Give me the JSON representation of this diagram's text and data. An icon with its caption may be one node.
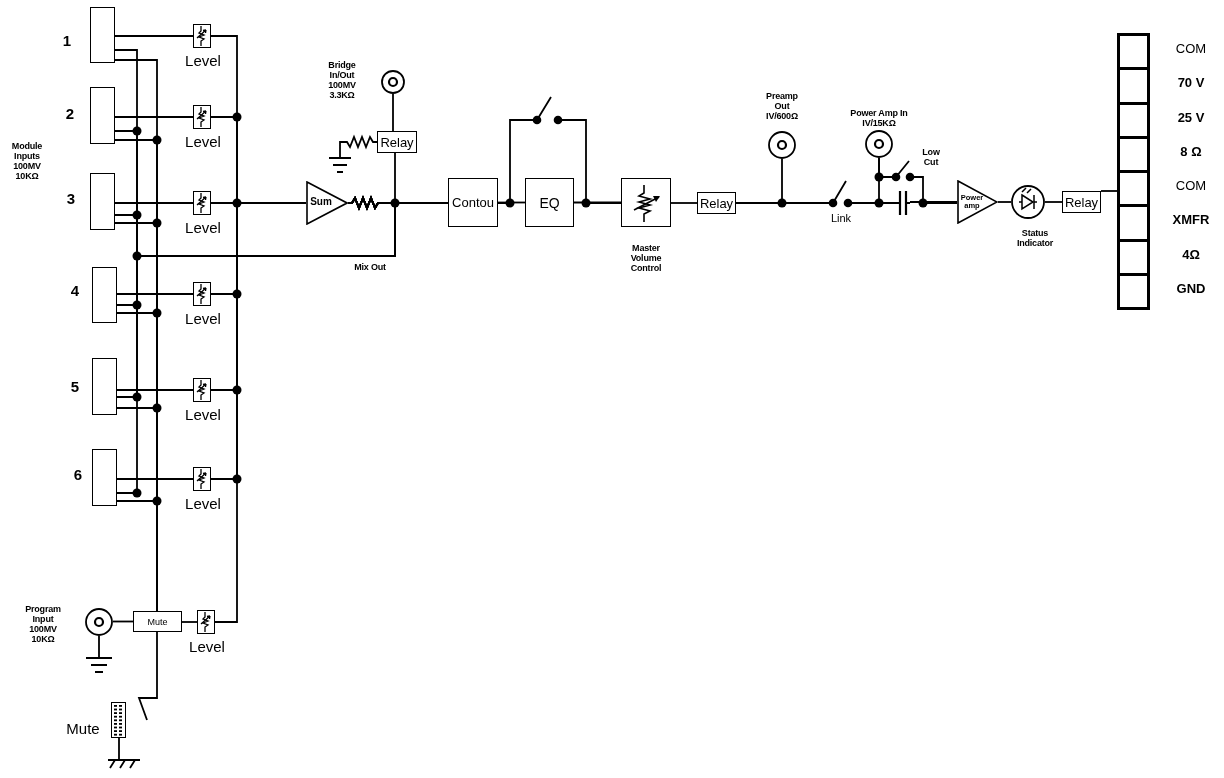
{
  "diagram": {
    "nodes": [
      {
        "text": [],
        "shape": "box",
        "beside": [
          "1"
        ]
      },
      {
        "text": [],
        "shape": "box",
        "beside": [
          "2"
        ]
      },
      {
        "text": [],
        "shape": "box",
        "beside": [
          "3"
        ]
      },
      {
        "text": [],
        "shape": "box",
        "beside": [
          "4"
        ]
      },
      {
        "text": [],
        "shape": "box",
        "beside": [
          "5"
        ]
      },
      {
        "text": [],
        "shape": "box",
        "beside": [
          "6"
        ]
      },
      {
        "text": [
          "Level"
        ]
      },
      {
        "text": [
          "Level"
        ]
      },
      {
        "text": [
          "Level"
        ]
      },
      {
        "text": [
          "Level"
        ]
      },
      {
        "text": [
          "Level"
        ]
      },
      {
        "text": [
          "Level"
        ]
      },
      {
        "text": [],
        "shape": "circle",
        "beside": [
          "Program Input 100MV 10KΩ"
        ]
      },
      {
        "text": [
          "Mute"
        ]
      },
      {
        "text": [
          "Level"
        ]
      },
      {
        "text": [],
        "shape": "box",
        "beside": [
          "Mute"
        ]
      },
      {
        "text": [
          "Sum"
        ]
      },
      {
        "text": [],
        "shape": "circle",
        "beside": [
          "Bridge In/Out 100MV 3.3KΩ"
        ]
      },
      {
        "text": [
          "Relay"
        ]
      },
      {
        "text": [
          "Contou"
        ]
      },
      {
        "text": [
          "EQ"
        ]
      },
      {
        "text": [],
        "shape": "box",
        "beside": [
          "Master Volume Control"
        ]
      },
      {
        "text": [
          "Relay"
        ]
      },
      {
        "text": [],
        "shape": "circle",
        "beside": [
          "Preamp Out IV/600Ω"
        ]
      },
      {
        "text": [],
        "shape": "circle",
        "beside": [
          "Power Amp In IV/15KΩ"
        ]
      },
      {
        "text": [
          "Power amp"
        ]
      },
      {
        "text": [],
        "shape": "circle",
        "beside": [
          "Status Indicator"
        ]
      },
      {
        "text": [
          "Relay"
        ]
      },
      {
        "text": [],
        "shape": "box",
        "beside": [
          "COM"
        ]
      },
      {
        "text": [],
        "shape": "box",
        "beside": [
          "70 V"
        ]
      },
      {
        "text": [],
        "shape": "box",
        "beside": [
          "25 V"
        ]
      },
      {
        "text": [],
        "shape": "box",
        "beside": [
          "8 Ω"
        ]
      },
      {
        "text": [],
        "shape": "box",
        "beside": [
          "COM"
        ]
      },
      {
        "text": [],
        "shape": "box",
        "beside": [
          "XMFR"
        ]
      },
      {
        "text": [],
        "shape": "box",
        "beside": [
          "4Ω"
        ]
      },
      {
        "text": [],
        "shape": "box",
        "beside": [
          "GND"
        ]
      },
      {
        "text": [],
        "shape": "switch"
      },
      {
        "text": [],
        "shape": "switch",
        "beside": [
          "Link"
        ]
      },
      {
        "text": [],
        "shape": "switch",
        "beside": [
          "Low Cut"
        ]
      },
      {
        "text": [],
        "shape": "capacitor"
      }
    ],
    "edges": [
      {
        "from": 0,
        "to": 6,
        "arrow": "none"
      },
      {
        "from": 1,
        "to": 7,
        "arrow": "none"
      },
      {
        "from": 2,
        "to": 8,
        "arrow": "none"
      },
      {
        "from": 3,
        "to": 9,
        "arrow": "none"
      },
      {
        "from": 4,
        "to": 10,
        "arrow": "none"
      },
      {
        "from": 5,
        "to": 11,
        "arrow": "none"
      },
      {
        "from": 6,
        "to": 16,
        "arrow": "none"
      },
      {
        "from": 7,
        "to": 16,
        "arrow": "none"
      },
      {
        "from": 8,
        "to": 16,
        "arrow": "none"
      },
      {
        "from": 9,
        "to": 16,
        "arrow": "none"
      },
      {
        "from": 10,
        "to": 16,
        "arrow": "none"
      },
      {
        "from": 11,
        "to": 16,
        "arrow": "none"
      },
      {
        "from": 14,
        "to": 16,
        "arrow": "none"
      },
      {
        "from": 12,
        "to": 13,
        "arrow": "none"
      },
      {
        "from": 13,
        "to": 14,
        "arrow": "none"
      },
      {
        "from": 0,
        "to": 13,
        "arrow": "none"
      },
      {
        "from": 1,
        "to": 13,
        "arrow": "none"
      },
      {
        "from": 2,
        "to": 13,
        "arrow": "none"
      },
      {
        "from": 3,
        "to": 13,
        "arrow": "none"
      },
      {
        "from": 4,
        "to": 13,
        "arrow": "none"
      },
      {
        "from": 5,
        "to": 13,
        "arrow": "none"
      },
      {
        "from": 16,
        "to": 0,
        "arrow": "none"
      },
      {
        "from": 16,
        "to": 1,
        "arrow": "none"
      },
      {
        "from": 16,
        "to": 2,
        "arrow": "none"
      },
      {
        "from": 16,
        "to": 3,
        "arrow": "none"
      },
      {
        "from": 16,
        "to": 4,
        "arrow": "none"
      },
      {
        "from": 16,
        "to": 5,
        "arrow": "none"
      },
      {
        "from": 16,
        "to": 18,
        "arrow": "none"
      },
      {
        "from": 18,
        "to": 17,
        "arrow": "none"
      },
      {
        "from": 16,
        "to": 19,
        "arrow": "none"
      },
      {
        "from": 19,
        "to": 20,
        "arrow": "none"
      },
      {
        "from": 20,
        "to": 21,
        "arrow": "none"
      },
      {
        "from": 19,
        "to": 36,
        "arrow": "none"
      },
      {
        "from": 21,
        "to": 22,
        "arrow": "none"
      },
      {
        "from": 22,
        "to": 23,
        "arrow": "none"
      },
      {
        "from": 22,
        "to": 37,
        "arrow": "none"
      },
      {
        "from": 24,
        "to": 38,
        "arrow": "none"
      },
      {
        "from": 25,
        "to": 26,
        "arrow": "none"
      },
      {
        "from": 26,
        "to": 27,
        "arrow": "none"
      },
      {
        "from": 27,
        "to": 32,
        "arrow": "none"
      },
      {
        "from": 13,
        "to": null,
        "arrow": "none"
      },
      {
        "from": 36,
        "to": 21,
        "arrow": "none"
      },
      {
        "from": 37,
        "to": 39,
        "arrow": "none"
      },
      {
        "from": 24,
        "to": 39,
        "arrow": "none"
      },
      {
        "from": 39,
        "to": 25,
        "arrow": "none"
      },
      {
        "from": 38,
        "to": 25,
        "arrow": "none"
      }
    ],
    "labels": [
      "Module Inputs 100MV 10KΩ",
      "Mix Out"
    ]
  }
}
